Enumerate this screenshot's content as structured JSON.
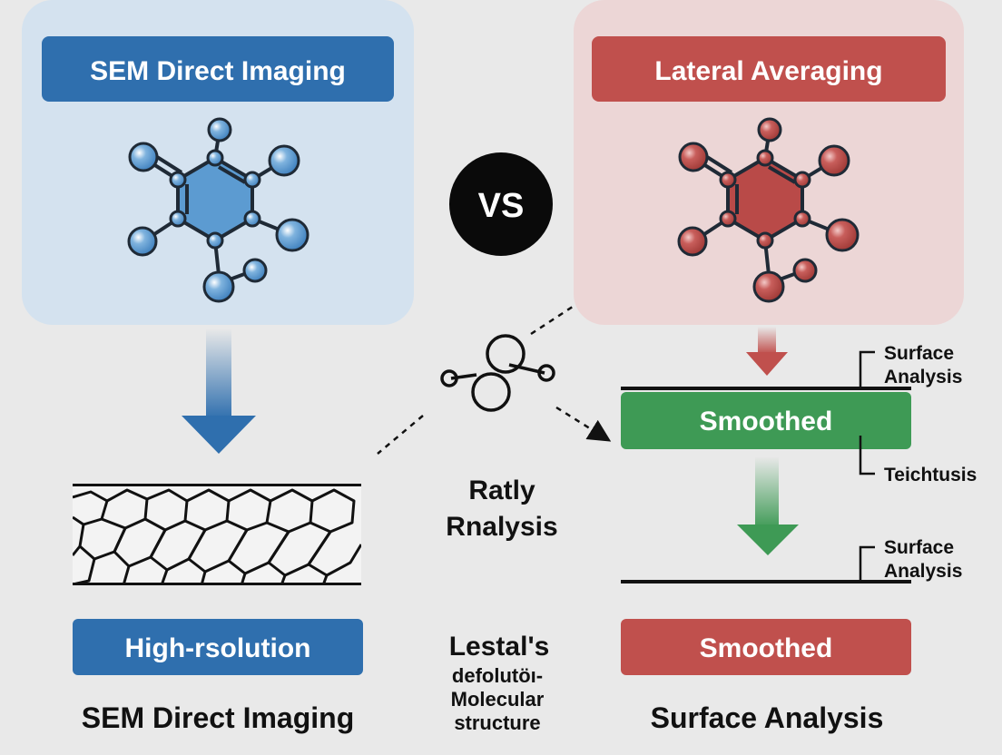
{
  "left": {
    "title": "SEM Direct Imaging",
    "badge": "High-rsolution",
    "caption": "SEM Direct Imaging",
    "color": "#2f6fae",
    "atom_color": "#5c9bd1",
    "panel_color": "#d4e2ef"
  },
  "right": {
    "title": "Lateral Averaging",
    "smoothed_bar": "Smoothed",
    "badge": "Smoothed",
    "caption": "Surface Analysis",
    "color": "#c0504d",
    "atom_color": "#b94a48",
    "panel_color": "#ecd6d6",
    "green_color": "#3e9a55",
    "side_label_top": [
      "Surface",
      "Analysis"
    ],
    "side_label_mid": "Teichtusis",
    "side_label_bottom": [
      "Surface",
      "Analysis"
    ]
  },
  "center": {
    "vs": "VS",
    "middle_label": [
      "Ratly",
      "Rnalysis"
    ],
    "bottom_title": "Lestal's",
    "bottom_lines": [
      "defolutöı-",
      "Molecular",
      "structure"
    ]
  }
}
